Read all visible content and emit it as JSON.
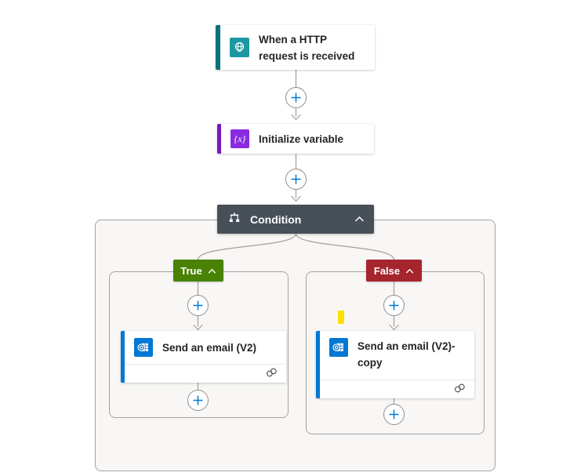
{
  "colors": {
    "canvas_bg": "#ffffff",
    "container_bg": "#f8f7f6",
    "container_border": "#a5a3a1",
    "connector": "#a19f9d",
    "plus_glyph": "#0078d4",
    "card_text": "#242424",
    "trigger_accent": "#0d7179",
    "trigger_icon_bg": "#1b99a1",
    "variable_accent": "#7719bb",
    "variable_icon_bg": "#8a2be2",
    "condition_header_bg": "#474f58",
    "true_badge_bg": "#498205",
    "false_badge_bg": "#a4262c",
    "email_accent": "#0078d4",
    "email_icon_bg": "#0078d4",
    "highlight_marker": "#fce100"
  },
  "flow": {
    "trigger": {
      "title": "When a HTTP request is received",
      "icon": "http-request-icon"
    },
    "variable": {
      "title": "Initialize variable",
      "icon": "variable-icon",
      "icon_glyph": "{x}"
    },
    "condition": {
      "title": "Condition",
      "icon": "condition-icon",
      "collapse_icon": "chevron-up-icon"
    },
    "true_branch": {
      "label": "True",
      "action_title": "Send an email (V2)",
      "action_icon": "outlook-icon",
      "connection_icon": "connection-rings-icon"
    },
    "false_branch": {
      "label": "False",
      "action_title": "Send an email (V2)-copy",
      "action_icon": "outlook-icon",
      "connection_icon": "connection-rings-icon"
    }
  }
}
